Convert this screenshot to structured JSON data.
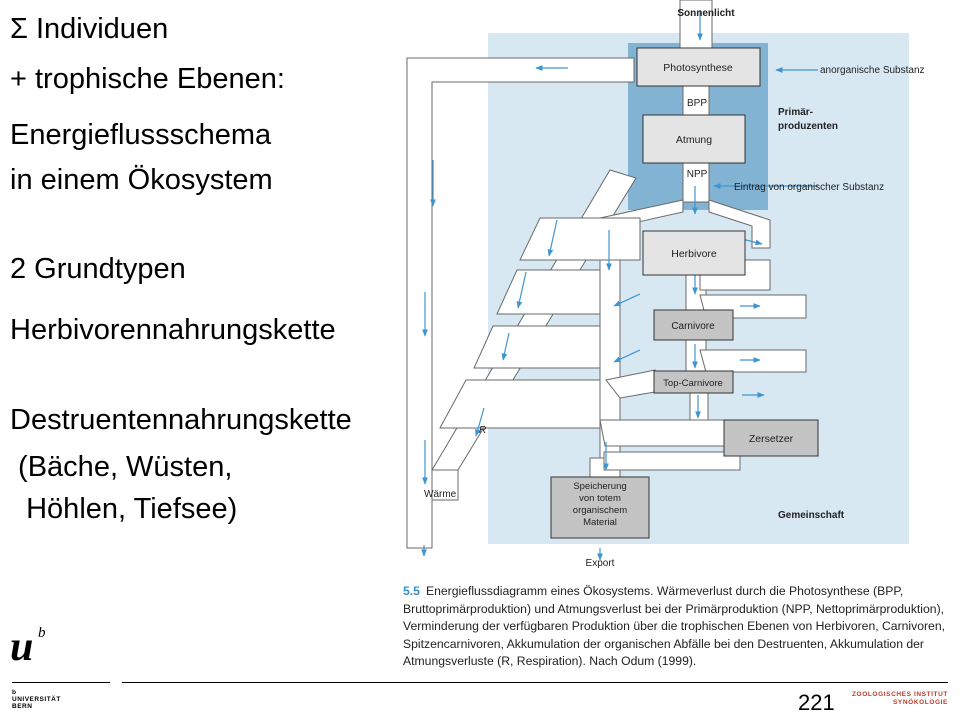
{
  "slide": {
    "lines": [
      "Σ Individuen",
      "+ trophische Ebenen:",
      "Energieflussschema",
      "in einem Ökosystem",
      "2 Grundtypen",
      "Herbivorennahrungskette",
      "Destruentennahrungskette",
      " (Bäche, Wüsten,",
      "  Höhlen, Tiefsee)"
    ]
  },
  "diagram": {
    "top_label": "Sonnenlicht",
    "boxes": {
      "photosynthese": "Photosynthese",
      "atmung": "Atmung",
      "herbivore": "Herbivore",
      "carnivore": "Carnivore",
      "top_carnivore": "Top-Carnivore",
      "zersetzer": "Zersetzer",
      "speicherung": [
        "Speicherung",
        "von totem",
        "organischem",
        "Material"
      ]
    },
    "labels": {
      "anorganische": "anorganische Substanz",
      "bpp": "BPP",
      "npp": "NPP",
      "primaer": [
        "Primär-",
        "produzenten"
      ],
      "eintrag": "Eintrag von organischer Substanz",
      "r": "R",
      "waerme": "Wärme",
      "gemeinschaft": "Gemeinschaft",
      "export": "Export"
    },
    "colors": {
      "light_panel": "#d7e8f3",
      "dark_panel": "#82b3d3",
      "flow_line": "#3e95cf",
      "box_fill": "#e4e4e4",
      "box_dark": "#c4c4c4"
    }
  },
  "caption": {
    "number": "5.5",
    "text": "Energieflussdiagramm eines Ökosystems. Wärmeverlust durch die Photosynthese (BPP, Bruttoprimärproduktion) und Atmungsverlust bei der Primärproduktion (NPP, Nettoprimärproduktion), Verminderung der verfügbaren Produktion über die trophischen Ebenen von Herbivoren, Carnivoren, Spitzencarnivoren, Akkumulation der organischen Abfälle bei den Destruenten, Akkumulation der Atmungsverluste (R, Respiration). Nach Odum (1999)."
  },
  "footer": {
    "logo_u": "u",
    "logo_b": "b",
    "university": [
      "b",
      "UNIVERSITÄT",
      "BERN"
    ],
    "page_number": "221",
    "institute": [
      "ZOOLOGISCHES INSTITUT",
      "SYNÖKOLOGIE"
    ]
  }
}
